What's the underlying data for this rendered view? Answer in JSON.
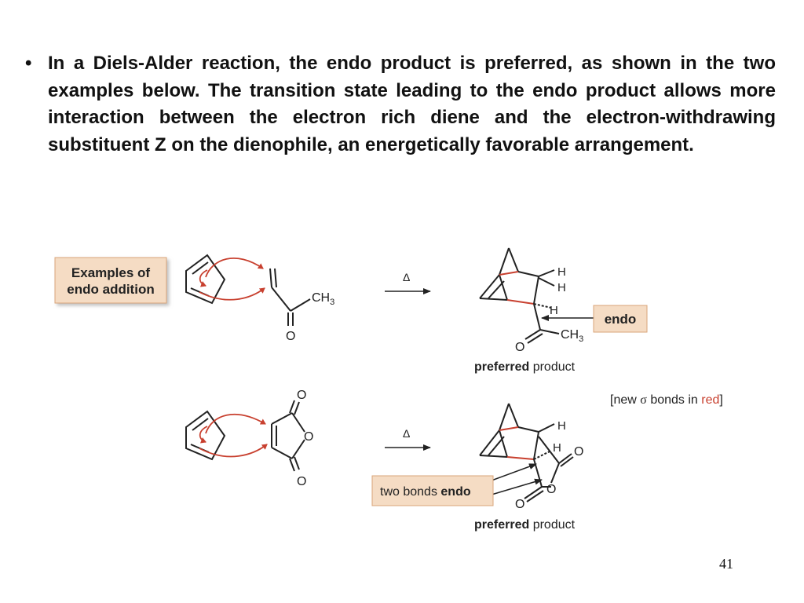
{
  "slide": {
    "bullet": "•",
    "paragraph": "In a Diels-Alder reaction, the endo product is preferred, as shown in the two examples below. The transition state leading to the endo product allows more interaction between the electron rich diene and the electron-withdrawing substituent Z on the dienophile, an energetically favorable arrangement.",
    "page_number": "41"
  },
  "figure": {
    "examples_box": [
      "Examples of",
      "endo addition"
    ],
    "heat_symbol": "Δ",
    "reaction1": {
      "ch3_reactant": "CH3",
      "o_reactant": "O",
      "h_labels": [
        "H",
        "H",
        "H"
      ],
      "endo_label": "endo",
      "o_product": "O",
      "ch3_product": "CH3",
      "caption_bold": "preferred",
      "caption_rest": " product"
    },
    "legend": {
      "prefix": "[new ",
      "sigma": "σ",
      "middle": " bonds in ",
      "red_word": "red",
      "suffix": "]"
    },
    "reaction2": {
      "o_top": "O",
      "o_ring": "O",
      "o_bottom": "O",
      "h_labels": [
        "H",
        "H"
      ],
      "o_product_right": "O",
      "o_product_ring": "O",
      "o_product_bottom": "O",
      "two_bonds_prefix": "two bonds ",
      "two_bonds_bold": "endo",
      "caption_bold": "preferred",
      "caption_rest": " product"
    }
  },
  "colors": {
    "text": "#111111",
    "red": "#c8402f",
    "label_box_fill": "#f5dcc4",
    "label_box_stroke": "#d9a57a"
  }
}
